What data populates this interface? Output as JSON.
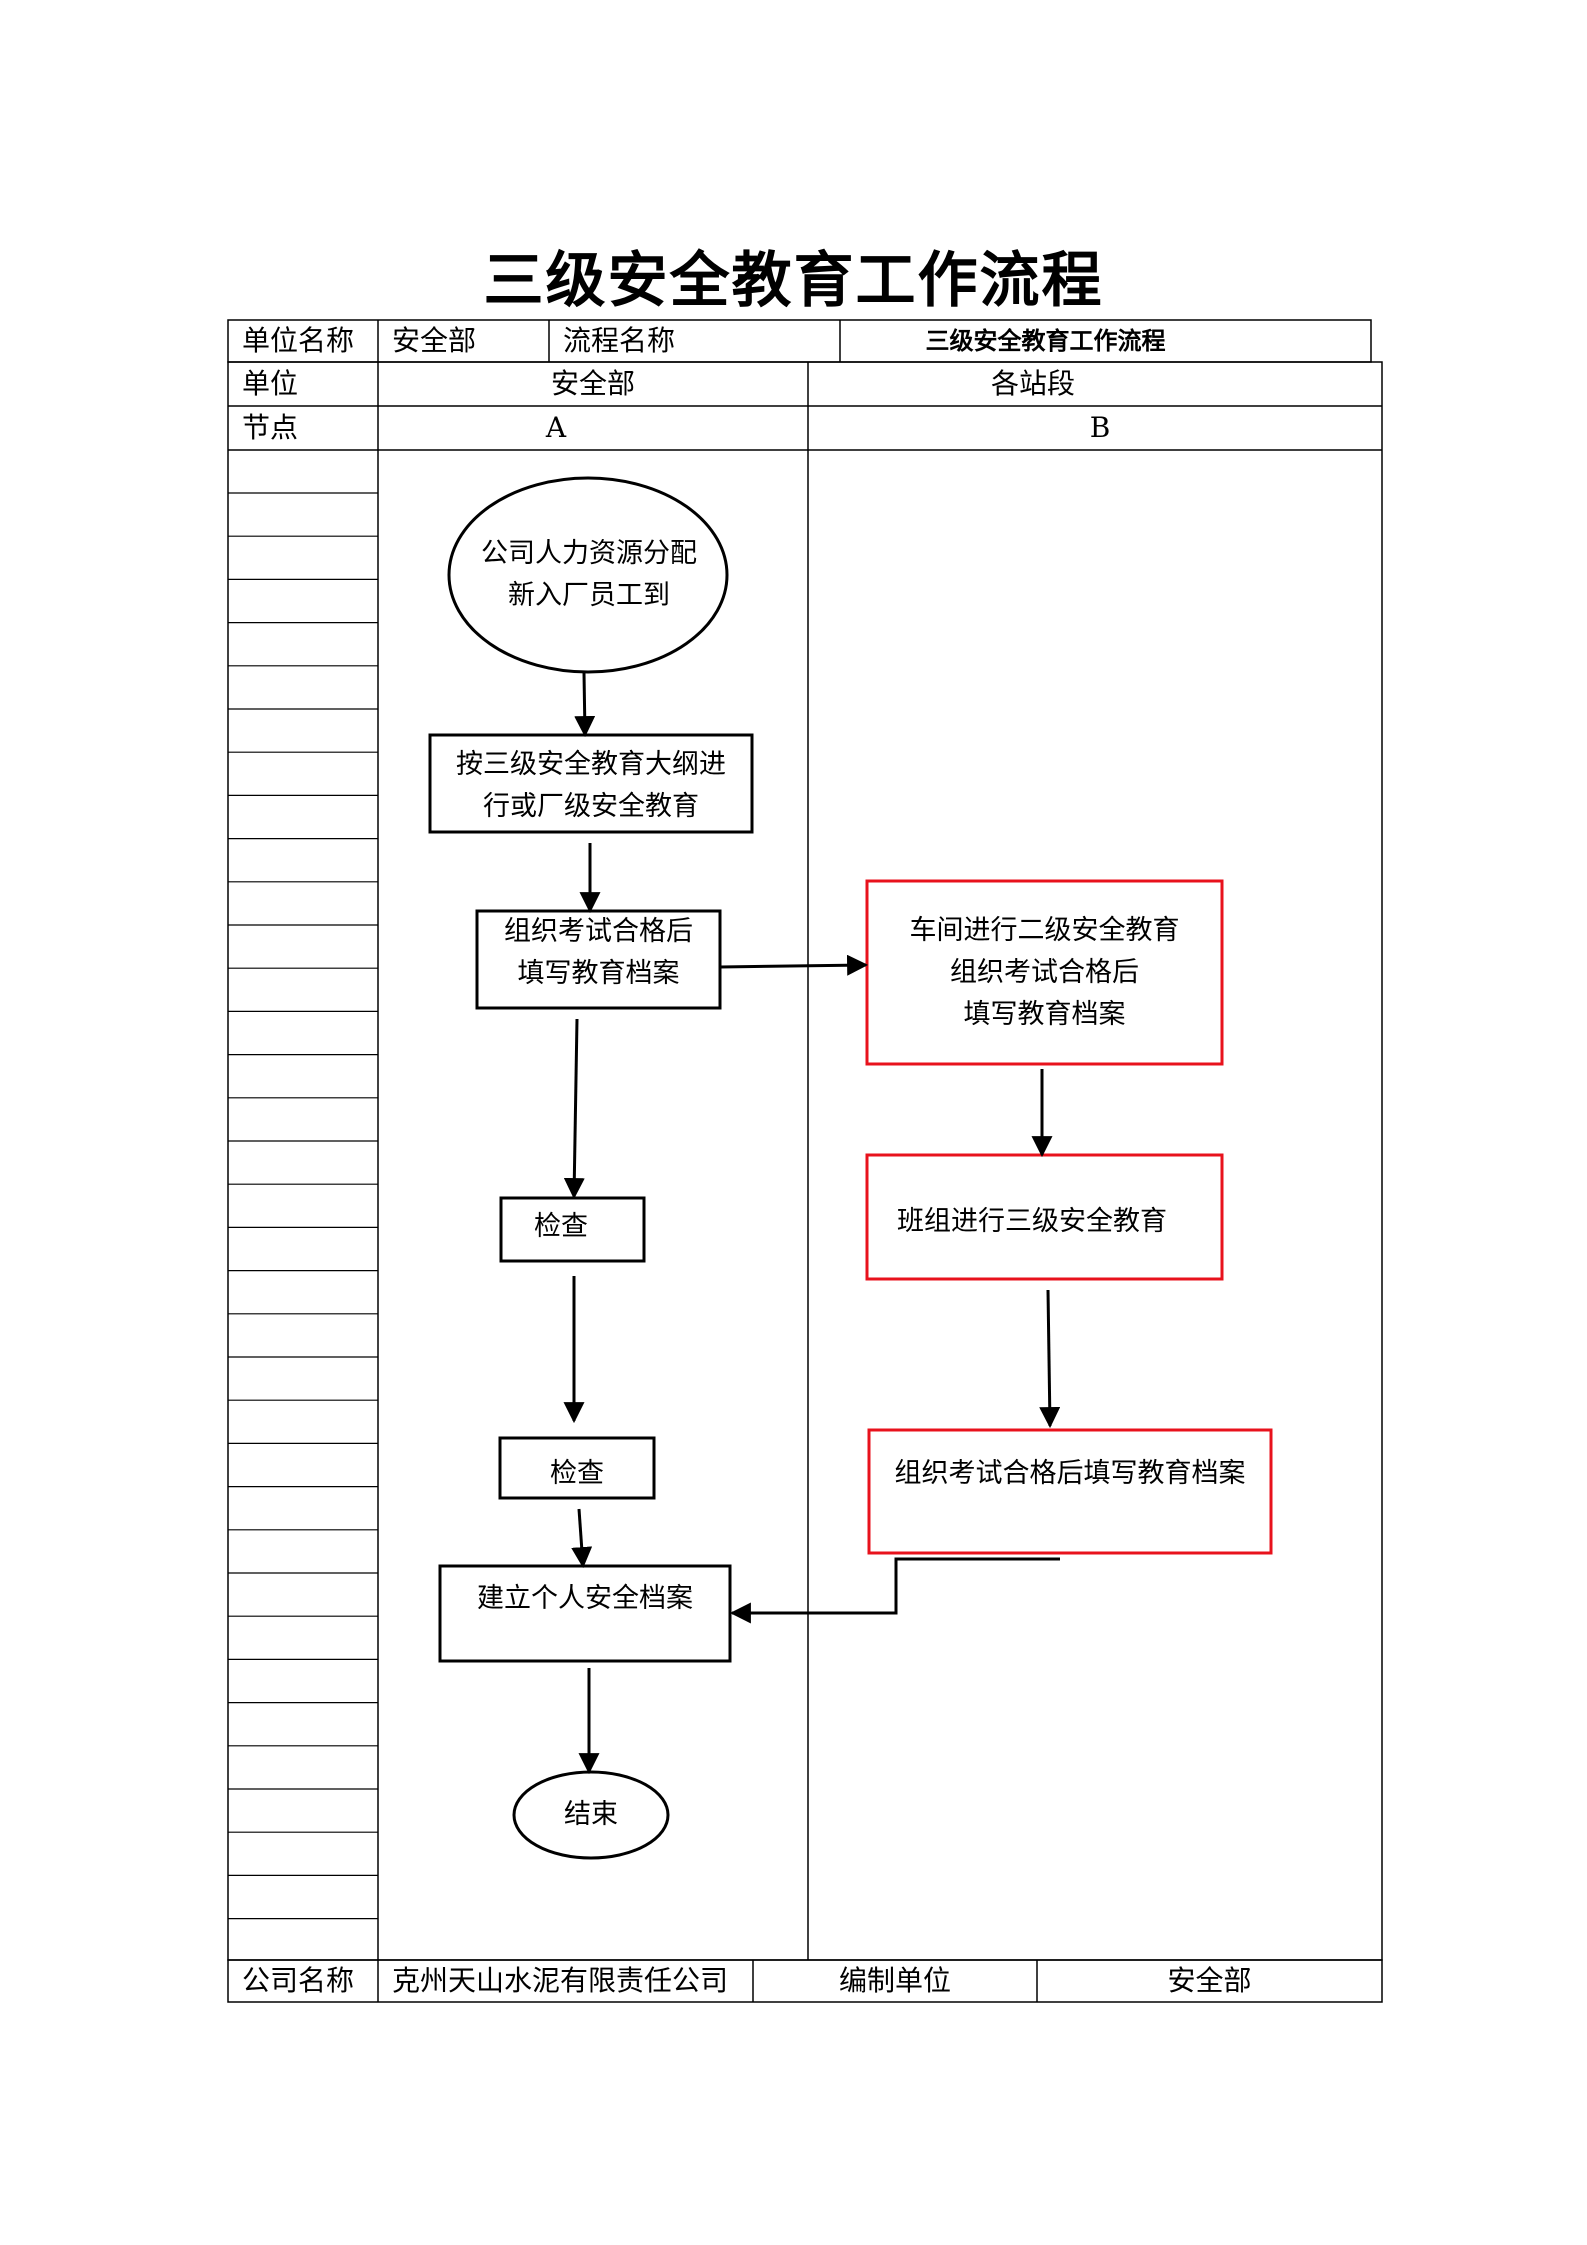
{
  "title": "三级安全教育工作流程",
  "header": {
    "unit_name_label": "单位名称",
    "unit_name_value": "安全部",
    "process_name_label": "流程名称",
    "process_name_value": "三级安全教育工作流程"
  },
  "lanes": {
    "unit_label": "单位",
    "node_label": "节点",
    "lane_a_unit": "安全部",
    "lane_a_node": "A",
    "lane_b_unit": "各站段",
    "lane_b_node": "B"
  },
  "nodes": {
    "start": "公司人力资源分配\n新入厂员工到",
    "factory_edu": "按三级安全教育大纲进\n行或厂级安全教育",
    "exam_a": "组织考试合格后\n填写教育档案",
    "check1": "检查",
    "check2": "检查",
    "archive": "建立个人安全档案",
    "end": "结束",
    "workshop_edu": "车间进行二级安全教育\n组织考试合格后\n填写教育档案",
    "team_edu": "班组进行三级安全教育",
    "exam_b": "组织考试合格后填写教育档案"
  },
  "footer": {
    "company_label": "公司名称",
    "company_value": "克州天山水泥有限责任公司",
    "compiler_label": "编制单位",
    "compiler_value": "安全部"
  }
}
